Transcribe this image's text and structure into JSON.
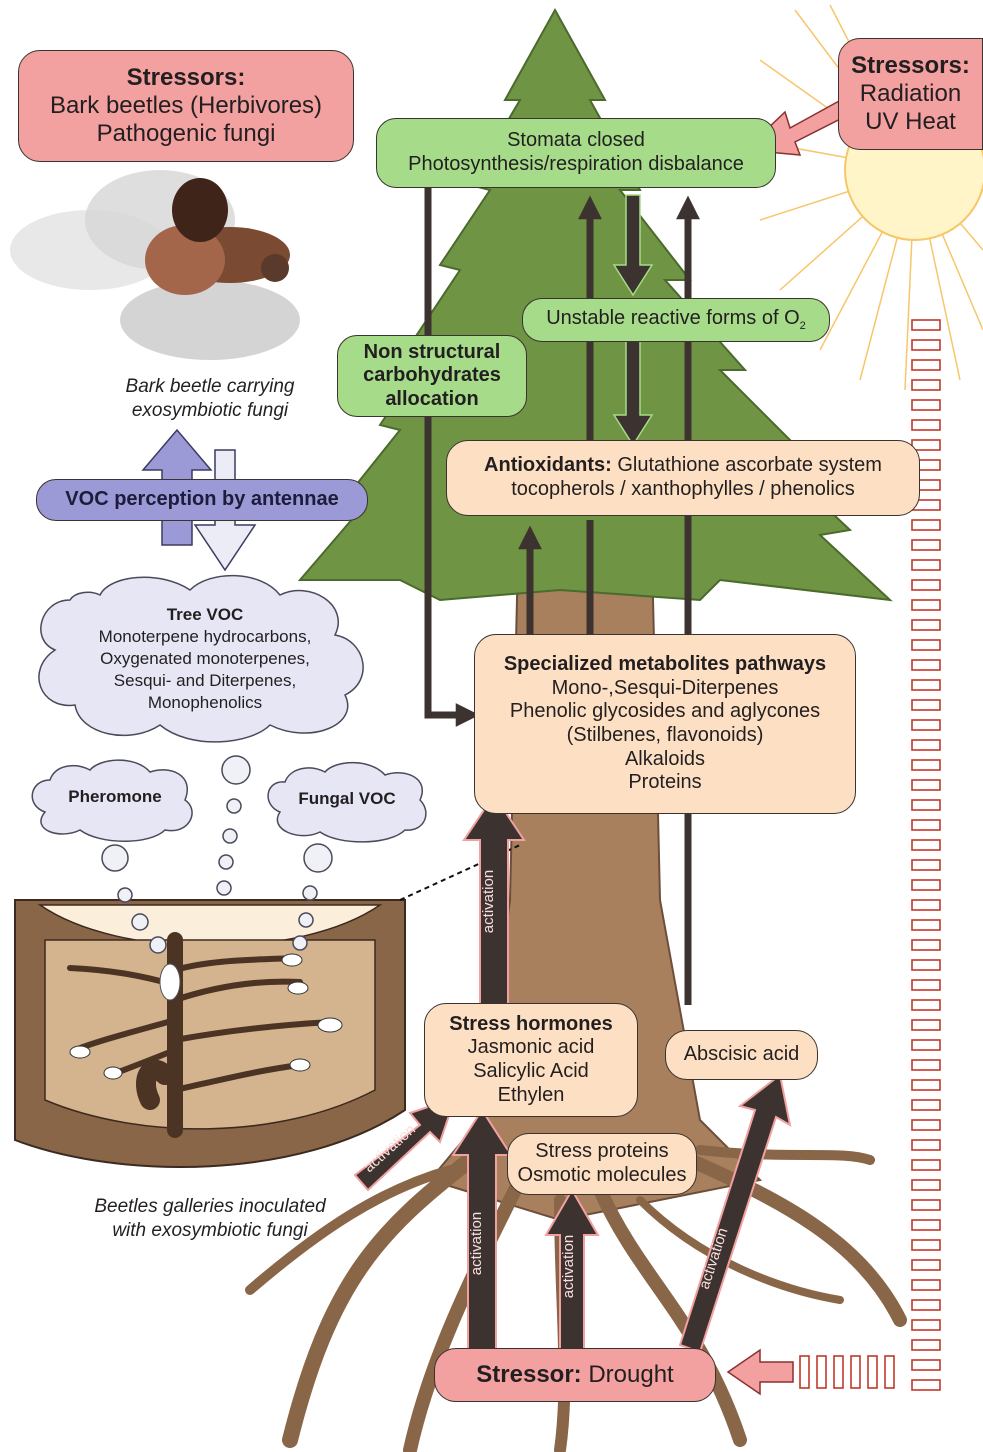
{
  "stressors_biotic": {
    "title": "Stressors:",
    "line1": "Bark beetles (Herbivores)",
    "line2": "Pathogenic fungi"
  },
  "stressors_abiotic": {
    "title": "Stressors:",
    "line1": "Radiation",
    "line2": "UV Heat"
  },
  "stomata": {
    "line1": "Stomata closed",
    "line2": "Photosynthesis/respiration disbalance"
  },
  "ros": {
    "text": "Unstable reactive forms of O",
    "sub": "2"
  },
  "carbohydrates": {
    "line1": "Non structural",
    "line2": "carbohydrates",
    "line3": "allocation"
  },
  "antioxidants": {
    "title": "Antioxidants:",
    "line1_rest": " Glutathione ascorbate system",
    "line2": "tocopherols / xanthophylles / phenolics"
  },
  "voc_perception": {
    "text": "VOC perception by antennae"
  },
  "tree_voc": {
    "title": "Tree VOC",
    "items": [
      "Monoterpene hydrocarbons,",
      "Oxygenated monoterpenes,",
      "Sesqui- and Diterpenes,",
      "Monophenolics"
    ]
  },
  "pheromone": {
    "text": "Pheromone"
  },
  "fungal_voc": {
    "text": "Fungal VOC"
  },
  "metabolites": {
    "title": "Specialized metabolites pathways",
    "items": [
      "Mono-,Sesqui-Diterpenes",
      "Phenolic glycosides and aglycones",
      "(Stilbenes, flavonoids)",
      "Alkaloids",
      "Proteins"
    ]
  },
  "stress_hormones": {
    "title": "Stress hormones",
    "items": [
      "Jasmonic acid",
      "Salicylic Acid",
      "Ethylen"
    ]
  },
  "abscisic": {
    "text": "Abscisic acid"
  },
  "stress_proteins": {
    "line1": "Stress proteins",
    "line2": "Osmotic molecules"
  },
  "drought": {
    "title": "Stressor:",
    "rest": " Drought"
  },
  "captions": {
    "beetle_line1": "Bark beetle carrying",
    "beetle_line2": "exosymbiotic fungi",
    "galleries_line1": "Beetles galleries inoculated",
    "galleries_line2": "with exosymbiotic fungi"
  },
  "activation_label": "activation",
  "colors": {
    "stressor": "#f2a0a0",
    "physiology": "#a6db8a",
    "chemistry": "#fde0c4",
    "perception": "#9b9ad6",
    "cloud": "#e6e6f4",
    "tree_foliage": "#6f9444",
    "trunk": "#a8805e",
    "arrow": "#3c3330",
    "sun": "#fff5c8"
  },
  "icons": [
    "sun-icon",
    "bark-beetle-icon",
    "larva-icon",
    "scale-bar-icon"
  ]
}
